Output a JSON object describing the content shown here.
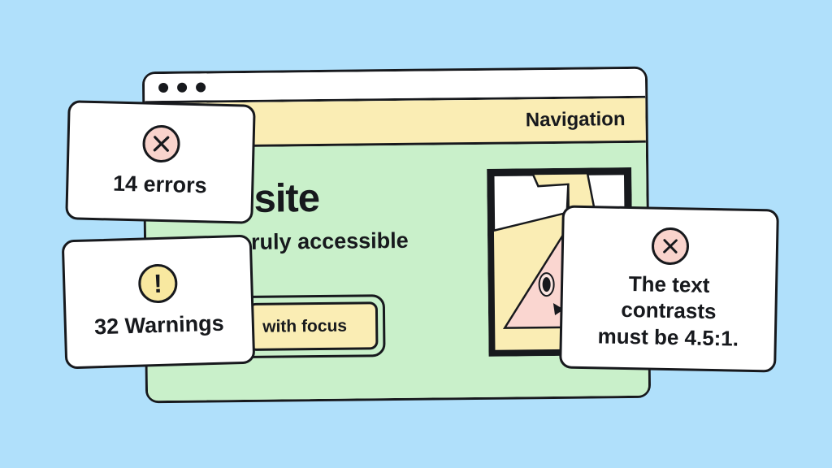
{
  "colors": {
    "background": "#B0E0FB",
    "window_content_green": "#C9F0CA",
    "accent_yellow": "#FAEDB4",
    "warning_yellow": "#F8E8A0",
    "error_pink": "#F9D3CC",
    "art_pink": "#FAD6D0",
    "outline_black": "#17191D",
    "card_white": "#FFFFFF"
  },
  "browser": {
    "titlebar": {
      "window_dots_count": 3
    },
    "navbar": {
      "label": "Navigation"
    },
    "content": {
      "heading_visible": "site",
      "subheading_visible": "ruly accessible",
      "button_visible_label": "with focus"
    }
  },
  "overlays": {
    "errors_card": {
      "icon": "error-x-circle",
      "label": "14 errors"
    },
    "warnings_card": {
      "icon": "warning-exclamation-circle",
      "label": "32 Warnings"
    },
    "contrast_card": {
      "icon": "error-x-circle",
      "label": "The text contrasts must be 4.5:1.",
      "lines": [
        "The text",
        "contrasts",
        "must be 4.5:1."
      ]
    }
  },
  "icons": {
    "warning_glyph": "!"
  }
}
